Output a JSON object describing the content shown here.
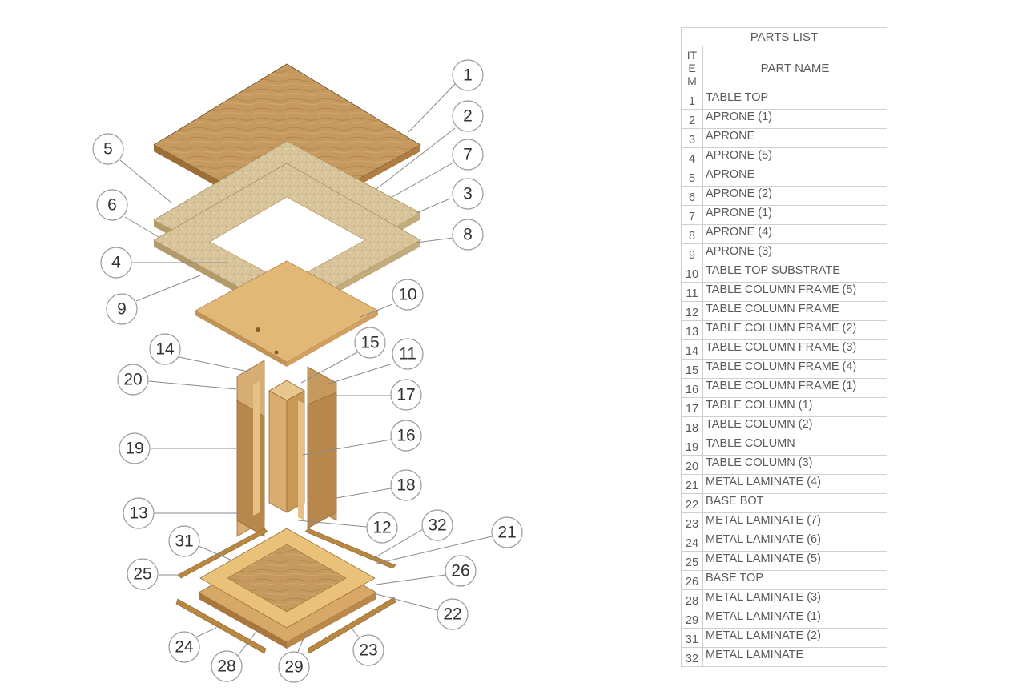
{
  "parts_list": {
    "title": "PARTS LIST",
    "item_header": "IT\nE\nM",
    "name_header": "PART NAME",
    "rows": [
      {
        "item": "1",
        "name": "TABLE TOP"
      },
      {
        "item": "2",
        "name": "APRONE  (1)"
      },
      {
        "item": "3",
        "name": "APRONE"
      },
      {
        "item": "4",
        "name": "APRONE (5)"
      },
      {
        "item": "5",
        "name": "APRONE"
      },
      {
        "item": "6",
        "name": "APRONE (2)"
      },
      {
        "item": "7",
        "name": "APRONE (1)"
      },
      {
        "item": "8",
        "name": "APRONE (4)"
      },
      {
        "item": "9",
        "name": "APRONE (3)"
      },
      {
        "item": "10",
        "name": "TABLE TOP SUBSTRATE"
      },
      {
        "item": "11",
        "name": "TABLE COLUMN FRAME (5)"
      },
      {
        "item": "12",
        "name": "TABLE COLUMN FRAME"
      },
      {
        "item": "13",
        "name": "TABLE COLUMN FRAME (2)"
      },
      {
        "item": "14",
        "name": "TABLE COLUMN FRAME (3)"
      },
      {
        "item": "15",
        "name": "TABLE COLUMN FRAME (4)"
      },
      {
        "item": "16",
        "name": "TABLE COLUMN FRAME (1)"
      },
      {
        "item": "17",
        "name": "TABLE COLUMN  (1)"
      },
      {
        "item": "18",
        "name": "TABLE COLUMN  (2)"
      },
      {
        "item": "19",
        "name": "TABLE COLUMN"
      },
      {
        "item": "20",
        "name": "TABLE COLUMN  (3)"
      },
      {
        "item": "21",
        "name": "METAL LAMINATE (4)"
      },
      {
        "item": "22",
        "name": "BASE BOT"
      },
      {
        "item": "23",
        "name": "METAL LAMINATE (7)"
      },
      {
        "item": "24",
        "name": "METAL LAMINATE (6)"
      },
      {
        "item": "25",
        "name": "METAL LAMINATE (5)"
      },
      {
        "item": "26",
        "name": "BASE TOP"
      },
      {
        "item": "28",
        "name": "METAL LAMINATE (3)"
      },
      {
        "item": "29",
        "name": "METAL LAMINATE (1)"
      },
      {
        "item": "31",
        "name": "METAL LAMINATE (2)"
      },
      {
        "item": "32",
        "name": "METAL LAMINATE"
      }
    ]
  },
  "balloons": [
    "1",
    "2",
    "3",
    "4",
    "5",
    "6",
    "7",
    "8",
    "9",
    "10",
    "11",
    "12",
    "13",
    "14",
    "15",
    "16",
    "17",
    "18",
    "19",
    "20",
    "21",
    "22",
    "23",
    "24",
    "25",
    "26",
    "28",
    "29",
    "31",
    "32"
  ],
  "colors": {
    "oak_face": "#c69a5e",
    "oak_edge": "#9c6e38",
    "particle_board": "#d8c49a",
    "plywood": "#e2b877",
    "laminate": "#b88740",
    "line": "#8a8a8a"
  }
}
